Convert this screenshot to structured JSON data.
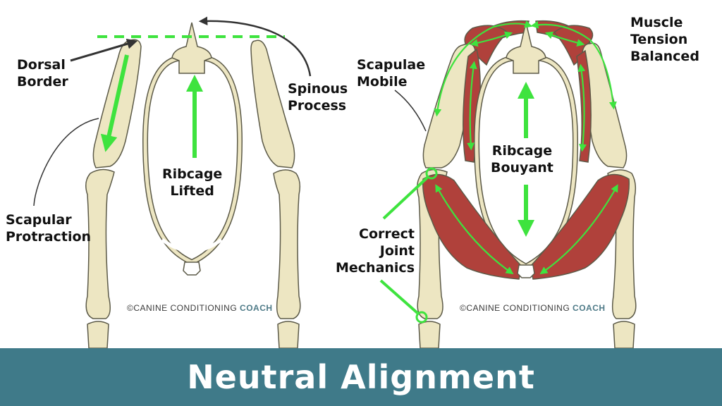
{
  "left_diagram": {
    "labels": {
      "dorsal_border": [
        "Dorsal",
        "Border"
      ],
      "spinous_process": [
        "Spinous",
        "Process"
      ],
      "ribcage_lifted": [
        "Ribcage",
        "Lifted"
      ],
      "scapular_protraction": [
        "Scapular",
        "Protraction"
      ]
    },
    "copyright": {
      "prefix": "©CANINE CONDITIONING",
      "accent": "COACH"
    }
  },
  "right_diagram": {
    "labels": {
      "scapulae_mobile": [
        "Scapulae",
        "Mobile"
      ],
      "muscle_tension": [
        "Muscle",
        "Tension",
        "Balanced"
      ],
      "ribcage_bouyant": [
        "Ribcage",
        "Bouyant"
      ],
      "correct_joint": [
        "Correct",
        "Joint",
        "Mechanics"
      ]
    },
    "copyright": {
      "prefix": "©CANINE CONDITIONING",
      "accent": "COACH"
    }
  },
  "banner": {
    "title": "Neutral Alignment"
  },
  "colors": {
    "bone": "#ede6c2",
    "bone_outline": "#5c5a48",
    "muscle": "#b0413b",
    "arrow_green": "#3ee33e",
    "banner_bg": "#3f7a89",
    "text": "#111111"
  }
}
